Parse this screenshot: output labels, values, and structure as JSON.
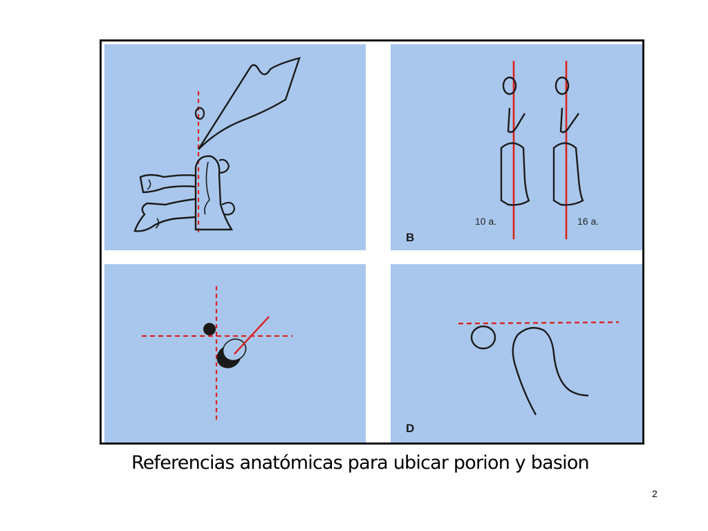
{
  "colors": {
    "panel_background": "#a9c7ec",
    "line": "#1a1a1a",
    "reference_red": "#d9231f",
    "frame": "#111111"
  },
  "panels": {
    "b": {
      "letter": "B",
      "age_left": "10 a.",
      "age_right": "16 a."
    },
    "d": {
      "letter": "D"
    }
  },
  "caption": "Referencias anatómicas para ubicar porion y basion",
  "page_number": "2"
}
